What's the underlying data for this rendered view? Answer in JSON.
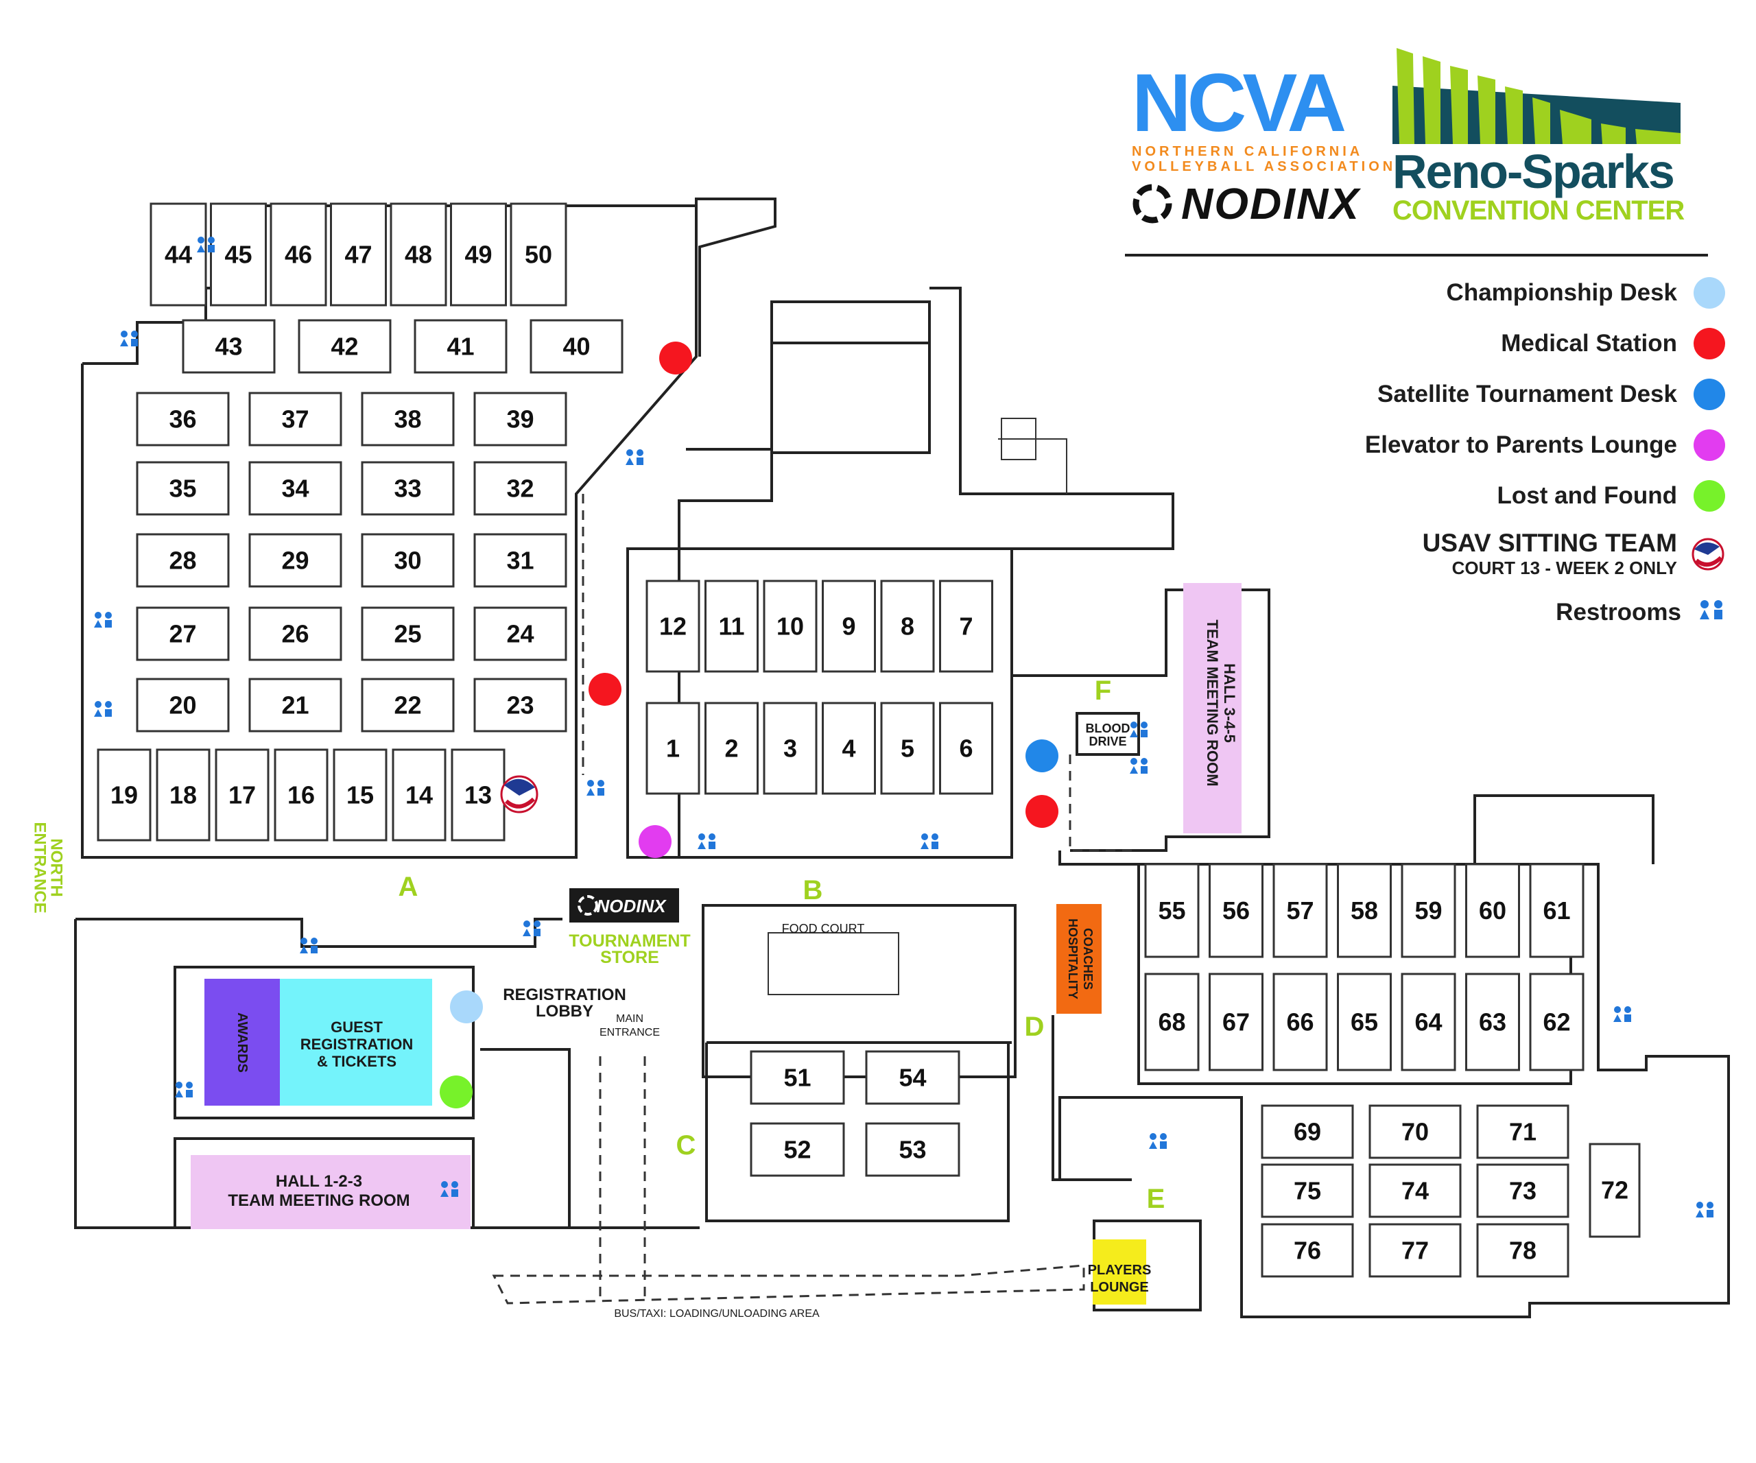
{
  "header": {
    "ncva_logo": {
      "main": "NCVA",
      "line1": "NORTHERN CALIFORNIA",
      "line2": "VOLLEYBALL ASSOCIATION"
    },
    "nodinx_logo": "NODINX",
    "venue_logo": {
      "name": "Reno-Sparks",
      "sub": "CONVENTION CENTER"
    }
  },
  "legend": {
    "items": [
      {
        "label": "Championship Desk",
        "color": "#a9d8fb"
      },
      {
        "label": "Medical Station",
        "color": "#f5161f"
      },
      {
        "label": "Satellite Tournament Desk",
        "color": "#2187e8"
      },
      {
        "label": "Elevator to Parents Lounge",
        "color": "#e23cf0"
      },
      {
        "label": "Lost and Found",
        "color": "#77f22a"
      }
    ],
    "usav": {
      "title": "USAV SITTING TEAM",
      "subtitle": "COURT 13 - WEEK 2 ONLY"
    },
    "restrooms": "Restrooms"
  },
  "zones": {
    "a": "A",
    "b": "B",
    "c": "C",
    "d": "D",
    "e": "E",
    "f": "F"
  },
  "rooms": {
    "north_entrance": [
      "NORTH",
      "ENTRANCE"
    ],
    "tournament_store": [
      "TOURNAMENT",
      "STORE"
    ],
    "store_brand": "NODINX",
    "food_court": "FOOD COURT",
    "registration_lobby": [
      "REGISTRATION",
      "LOBBY"
    ],
    "main_entrance": [
      "MAIN",
      "ENTRANCE"
    ],
    "awards": "AWARDS",
    "guest_registration": [
      "GUEST",
      "REGISTRATION",
      "& TICKETS"
    ],
    "hall_123": [
      "HALL 1-2-3",
      "TEAM MEETING ROOM"
    ],
    "hall_345": [
      "HALL 3-4-5",
      "TEAM MEETING ROOM"
    ],
    "blood_drive": [
      "BLOOD",
      "DRIVE"
    ],
    "coaches_hospitality": [
      "COACHES",
      "HOSPITALITY"
    ],
    "players_lounge": [
      "PLAYERS",
      "LOUNGE"
    ],
    "bus_taxi": "BUS/TAXI: LOADING/UNLOADING AREA"
  },
  "room_colors": {
    "awards": "#7b4df0",
    "guest_registration": "#74f3fb",
    "team_meeting": "#efc6f3",
    "coaches_hospitality": "#f26a12",
    "players_lounge": "#f5ec1c",
    "zone_green": "#9fd11f"
  },
  "courts": {
    "row_44_50": [
      "44",
      "45",
      "46",
      "47",
      "48",
      "49",
      "50"
    ],
    "row_43_40": [
      "43",
      "42",
      "41",
      "40"
    ],
    "row_36_39": [
      "36",
      "37",
      "38",
      "39"
    ],
    "row_35_32": [
      "35",
      "34",
      "33",
      "32"
    ],
    "row_28_31": [
      "28",
      "29",
      "30",
      "31"
    ],
    "row_27_24": [
      "27",
      "26",
      "25",
      "24"
    ],
    "row_20_23": [
      "20",
      "21",
      "22",
      "23"
    ],
    "row_19_13": [
      "19",
      "18",
      "17",
      "16",
      "15",
      "14",
      "13"
    ],
    "row_12_7": [
      "12",
      "11",
      "10",
      "9",
      "8",
      "7"
    ],
    "row_1_6": [
      "1",
      "2",
      "3",
      "4",
      "5",
      "6"
    ],
    "row_51_54": [
      "51",
      "54"
    ],
    "row_52_53": [
      "52",
      "53"
    ],
    "row_55_61": [
      "55",
      "56",
      "57",
      "58",
      "59",
      "60",
      "61"
    ],
    "row_68_62": [
      "68",
      "67",
      "66",
      "65",
      "64",
      "63",
      "62"
    ],
    "row_69_71": [
      "69",
      "70",
      "71"
    ],
    "row_75_73": [
      "75",
      "74",
      "73"
    ],
    "row_76_78": [
      "76",
      "77",
      "78"
    ],
    "court_72": "72"
  }
}
